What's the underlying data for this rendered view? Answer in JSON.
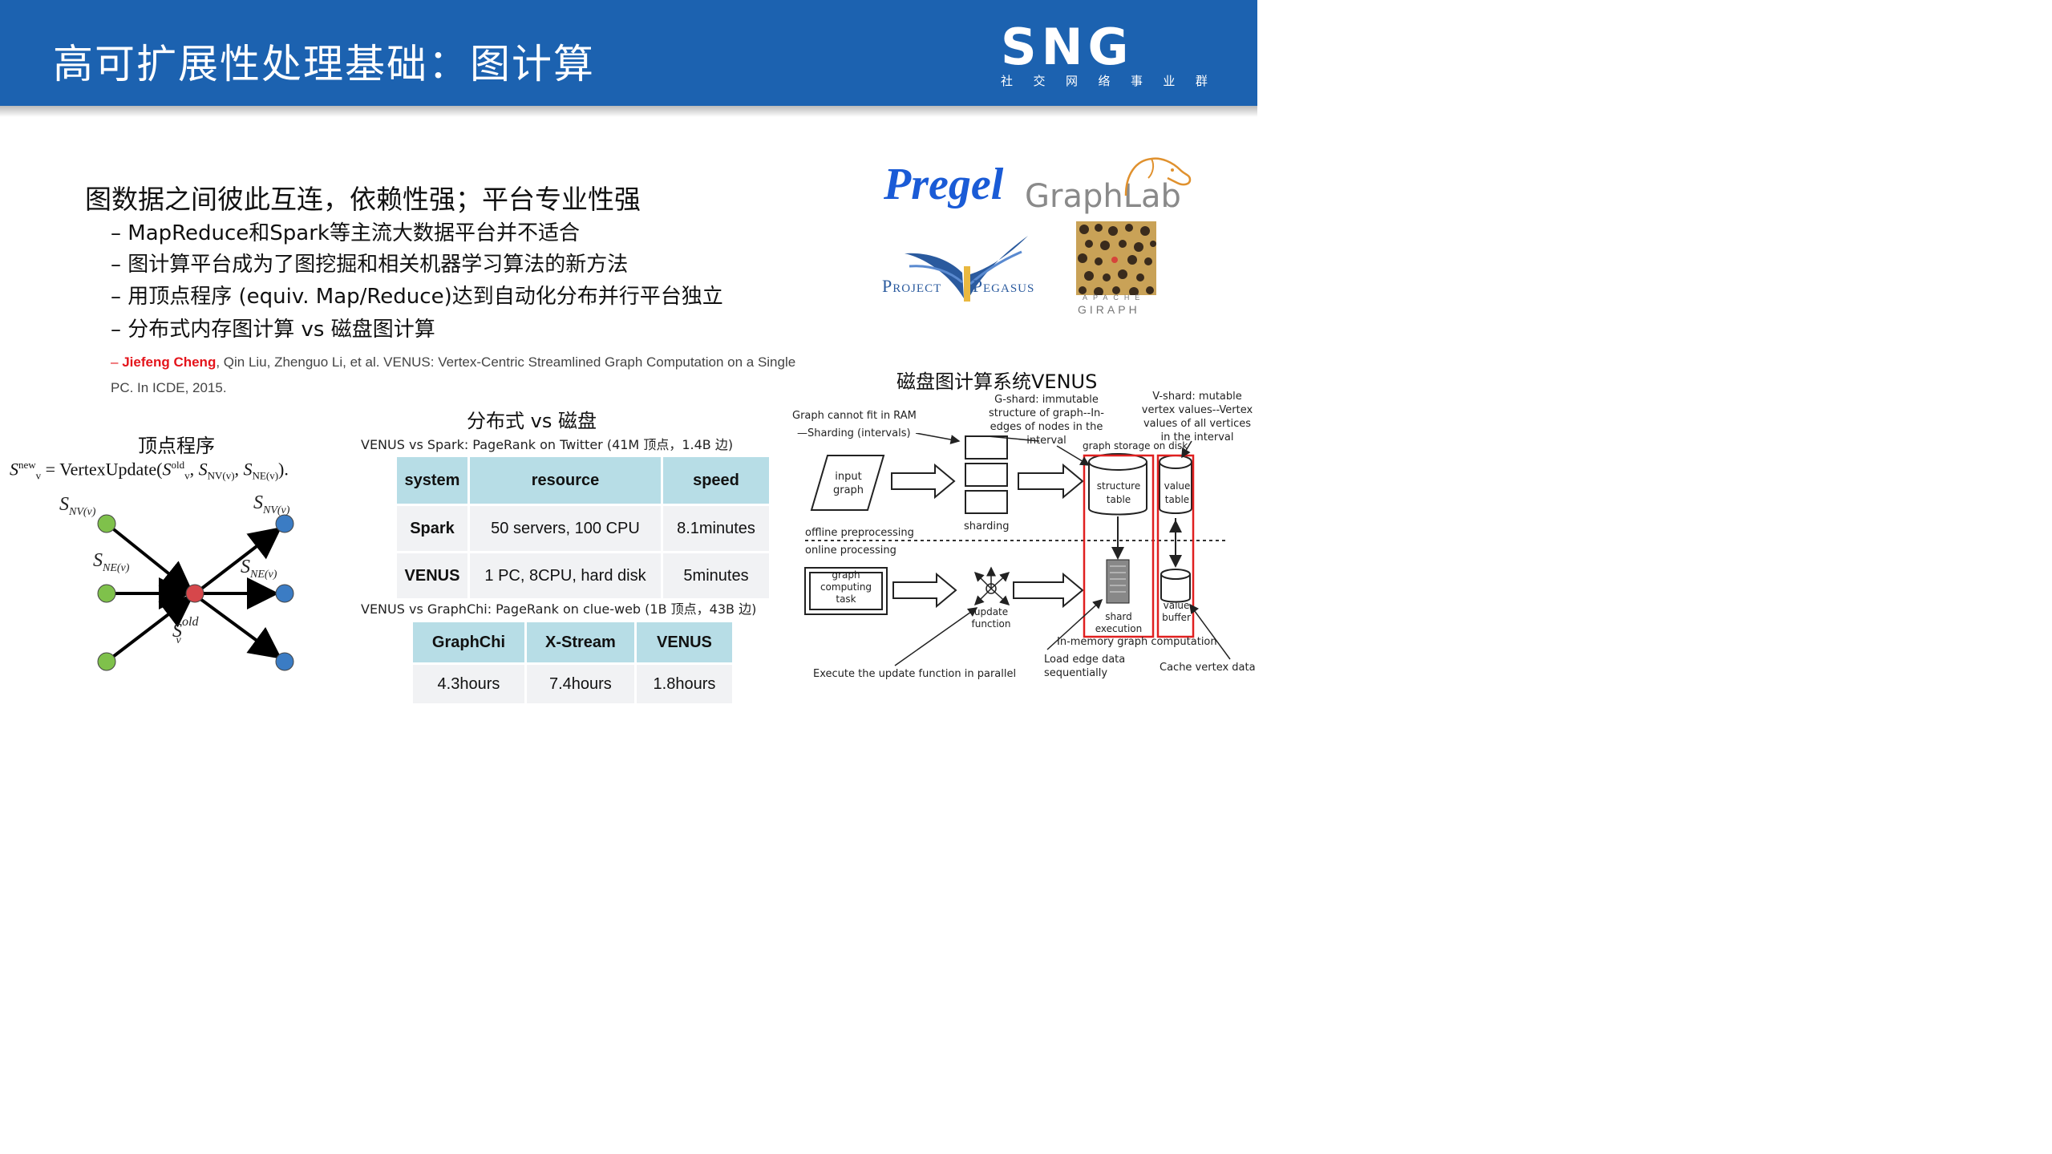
{
  "header": {
    "title": "高可扩展性处理基础：图计算",
    "logo_text": "SNG",
    "logo_subtitle": [
      "社",
      "交",
      "网",
      "络",
      "事",
      "业",
      "群"
    ],
    "colors": {
      "bar": "#1c62b0",
      "text": "#ffffff"
    }
  },
  "content": {
    "main_bullet": "图数据之间彼此互连，依赖性强；平台专业性强",
    "sub_bullets": [
      "– MapReduce和Spark等主流大数据平台并不适合",
      "– 图计算平台成为了图挖掘和相关机器学习算法的新方法",
      "– 用顶点程序 (equiv. Map/Reduce)达到自动化分布并行平台独立",
      "– 分布式内存图计算 vs 磁盘图计算"
    ],
    "reference": {
      "dash": "–",
      "author_highlight": "Jiefeng Cheng",
      "rest": ", Qin Liu, Zhenguo Li, et al. VENUS: Vertex-Centric  Streamlined Graph Computation on a Single PC. In ICDE, 2015.",
      "highlight_color": "#e4141b"
    }
  },
  "vertex_program": {
    "heading": "顶点程序",
    "formula": {
      "lhs": "S",
      "lhs_sup": "new",
      "lhs_sub": "v",
      "eq": "=",
      "func": "VertexUpdate(",
      "arg1": "S",
      "arg1_sup": "old",
      "arg1_sub": "v",
      "arg2": "S",
      "arg2_sub": "NV(v)",
      "arg3": "S",
      "arg3_sub": "NE(v)",
      "close": ")."
    },
    "graph_labels": {
      "snv_left": "NV(v)",
      "sne_left": "NE(v)",
      "snv_right": "NV(v)",
      "sne_right": "NE(v)",
      "sold": "old",
      "sold_sub": "v",
      "s": "S"
    },
    "node_colors": {
      "in": "#7fc14b",
      "center": "#d6474b",
      "out": "#3b7cc4"
    }
  },
  "comparison": {
    "heading": "分布式 vs 磁盘",
    "caption1": "VENUS vs Spark: PageRank on Twitter (41M 顶点，1.4B 边)",
    "table1": {
      "headers": [
        "system",
        "resource",
        "speed"
      ],
      "rows": [
        [
          "Spark",
          "50 servers, 100 CPU",
          "8.1minutes"
        ],
        [
          "VENUS",
          "1 PC, 8CPU, hard disk",
          "5minutes"
        ]
      ]
    },
    "caption2": "VENUS vs GraphChi: PageRank on clue-web (1B 顶点，43B 边)",
    "table2": {
      "headers": [
        "GraphChi",
        "X-Stream",
        "VENUS"
      ],
      "rows": [
        [
          "4.3hours",
          "7.4hours",
          "1.8hours"
        ]
      ]
    }
  },
  "logos": {
    "pregel": "Pregel",
    "graphlab": "GraphLab",
    "pegasus_left": "Project",
    "pegasus_right": "Pegasus",
    "giraph_top": "APACHE",
    "giraph": "GIRAPH"
  },
  "venus": {
    "heading": "磁盘图计算系统VENUS",
    "labels": {
      "cannot_fit": "Graph cannot fit in RAM",
      "sharding_intervals": "—Sharding (intervals)",
      "gshard": "G-shard: immutable structure of graph--In-edges of nodes in the interval",
      "vshard": "V-shard: mutable vertex values--Vertex values of all vertices in the interval",
      "storage": "graph storage on disk",
      "input_graph": "input graph",
      "sharding": "sharding",
      "structure_table": "structure table",
      "value_table": "value table",
      "offline": "offline preprocessing",
      "online": "online processing",
      "graph_task": "graph computing task",
      "update_function": "update function",
      "shard_execution": "shard execution",
      "value_buffer": "value buffer",
      "in_memory": "In-memory graph computation",
      "execute_parallel": "Execute the update function in parallel",
      "load_edge": "Load edge data sequentially",
      "cache_vertex": "Cache vertex data"
    },
    "highlight_color": "#e02020"
  }
}
